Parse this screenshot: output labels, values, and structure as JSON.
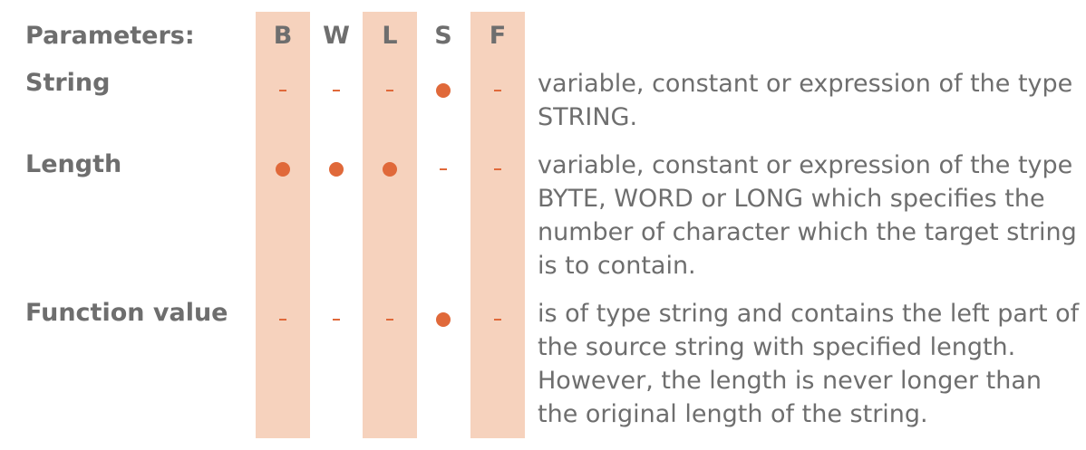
{
  "header": {
    "label": "Parameters:",
    "columns": [
      "B",
      "W",
      "L",
      "S",
      "F"
    ]
  },
  "rows": [
    {
      "label": "String",
      "marks": [
        "dash",
        "dash",
        "dash",
        "dot",
        "dash"
      ],
      "description": "variable, constant or expression of the type STRING."
    },
    {
      "label": "Length",
      "marks": [
        "dot",
        "dot",
        "dot",
        "dash",
        "dash"
      ],
      "description": "variable, constant or expression of the type BYTE, WORD or LONG which specifies the number of character which the target string is to contain."
    },
    {
      "label": "Function value",
      "marks": [
        "dash",
        "dash",
        "dash",
        "dot",
        "dash"
      ],
      "description": "is of type string and contains the left part of the source string with specified length. However, the length is never longer than the original length of the string."
    }
  ],
  "colors": {
    "band": "#f6d2bd",
    "mark": "#e0693a",
    "text": "#6e6e6e"
  }
}
